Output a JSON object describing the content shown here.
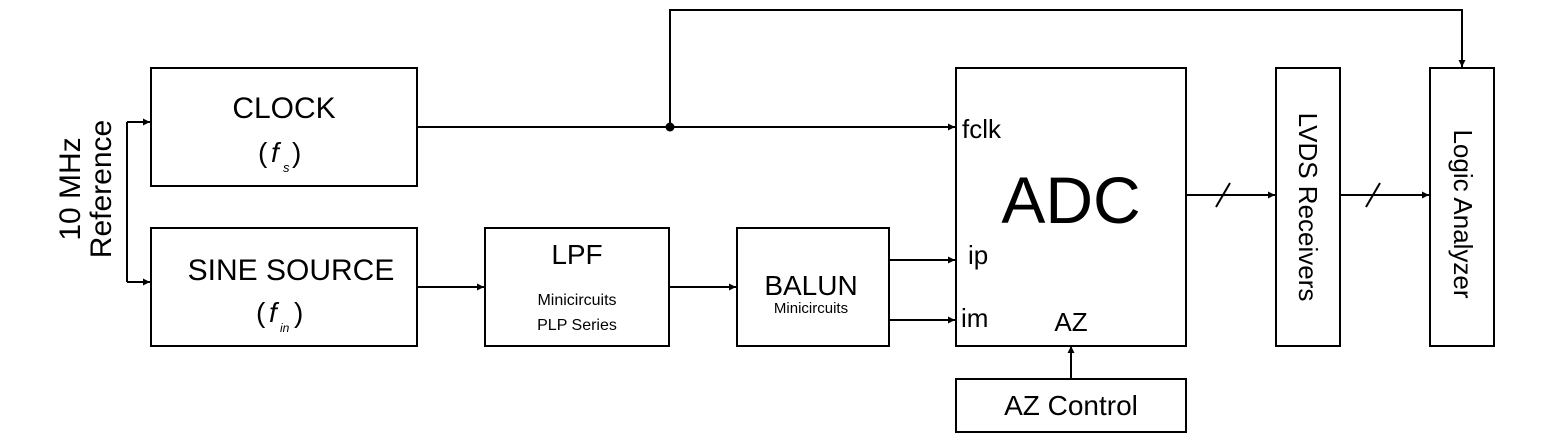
{
  "diagram": {
    "reference": {
      "line1": "10 MHz",
      "line2": "Reference"
    },
    "clock": {
      "title": "CLOCK",
      "open": "(",
      "f": "f",
      "sub": "s",
      "close": ")"
    },
    "sine": {
      "title": "SINE SOURCE",
      "open": "(",
      "f": "f",
      "sub": "in",
      "close": ")"
    },
    "lpf": {
      "title": "LPF",
      "line1": "Minicircuits",
      "line2": "PLP Series"
    },
    "balun": {
      "title": "BALUN",
      "line1": "Minicircuits"
    },
    "adc": {
      "title": "ADC",
      "fclk": "fclk",
      "ip": "ip",
      "im": "im",
      "az": "AZ"
    },
    "az_control": {
      "title": "AZ Control"
    },
    "lvds": {
      "title": "LVDS Receivers"
    },
    "logic": {
      "title": "Logic Analyzer"
    }
  }
}
